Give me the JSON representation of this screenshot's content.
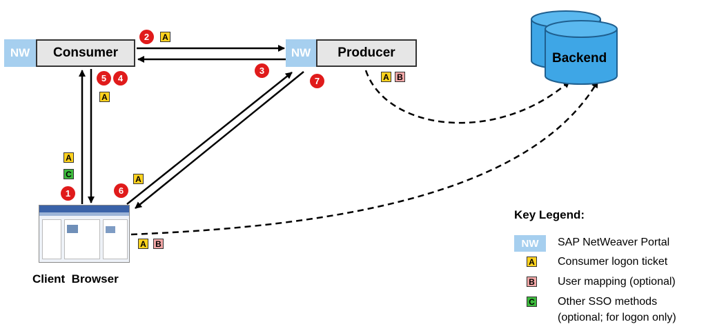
{
  "nodes": {
    "consumer": {
      "nw_tag": "NW",
      "label": "Consumer"
    },
    "producer": {
      "nw_tag": "NW",
      "label": "Producer"
    },
    "backend": {
      "label": "Backend"
    },
    "client_browser": {
      "label": "Client  Browser"
    }
  },
  "steps": [
    "1",
    "2",
    "3",
    "4",
    "5",
    "6",
    "7"
  ],
  "badges": {
    "a": "A",
    "b": "B",
    "c": "C"
  },
  "legend": {
    "title": "Key Legend:",
    "items": [
      {
        "tag": "NW",
        "text": "SAP NetWeaver Portal"
      },
      {
        "tag": "A",
        "text": "Consumer logon ticket"
      },
      {
        "tag": "B",
        "text": "User mapping (optional)"
      },
      {
        "tag": "C",
        "text": "Other SSO methods"
      },
      {
        "tag": "",
        "text": "(optional; for logon only)"
      }
    ]
  },
  "colors": {
    "nw": "#a6cfef",
    "badge_a": "#ffd21f",
    "badge_b": "#f2a6a6",
    "badge_c": "#3dbb3d",
    "step": "#e01b1b",
    "backend": "#3ea6e6"
  }
}
